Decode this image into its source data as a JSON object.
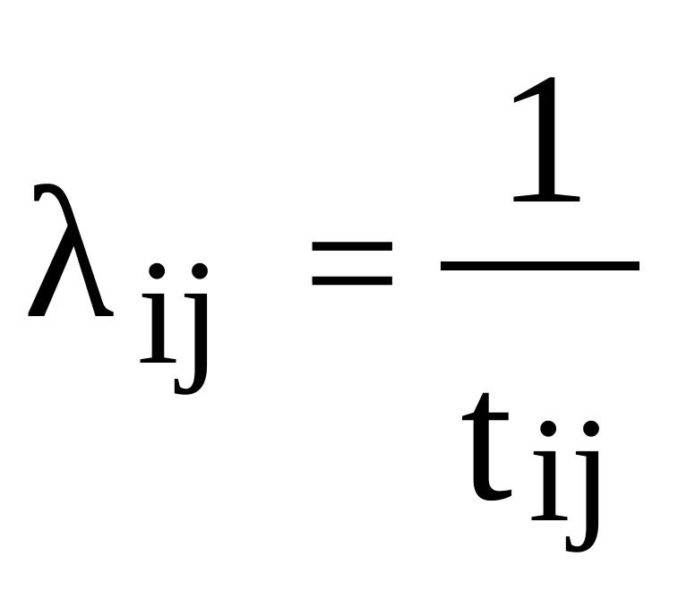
{
  "formula": {
    "lhs_symbol": "λ",
    "lhs_subscript": "ij",
    "relation": "=",
    "numerator": "1",
    "denominator_symbol": "t",
    "denominator_subscript": "ij"
  }
}
